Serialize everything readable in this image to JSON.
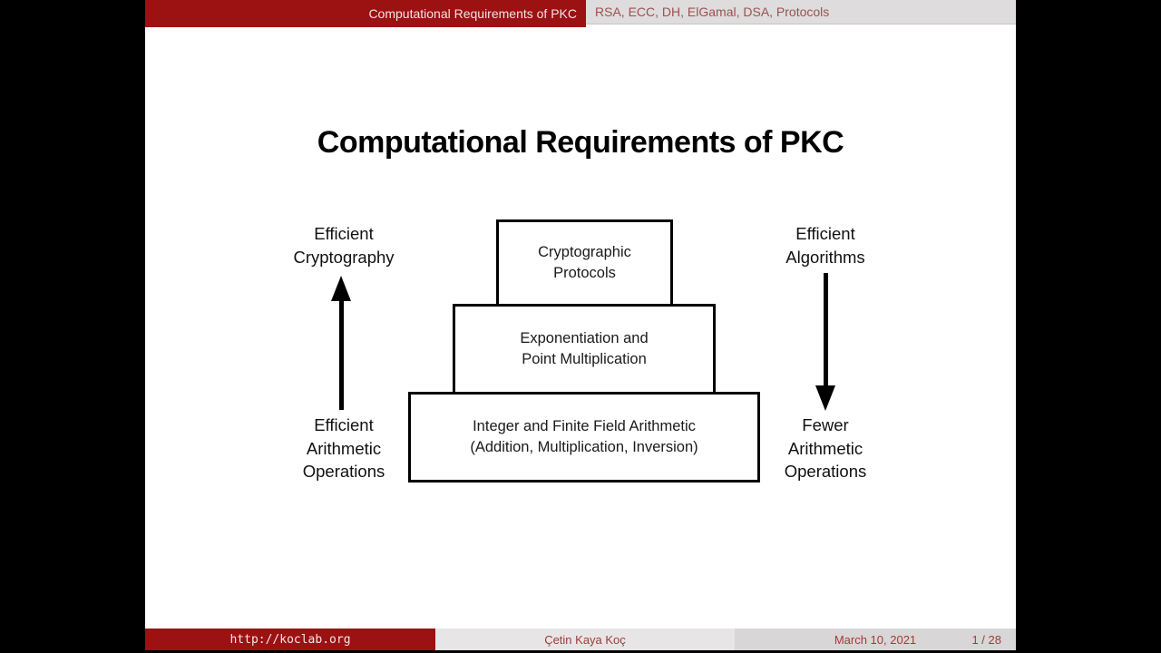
{
  "colors": {
    "slide_red": "#9c1111",
    "header_gray": "#dedcdc",
    "footer_middle_gray": "#e7e5e5",
    "footer_right_gray": "#d8d6d6",
    "header_section_text_red": "#9c5151",
    "footer_text_red": "#a23a3a",
    "diagram_black": "#000000"
  },
  "header": {
    "title": "Computational Requirements of PKC",
    "section": "RSA, ECC, DH, ElGamal, DSA, Protocols"
  },
  "slide": {
    "title": "Computational Requirements of PKC",
    "pyramid": {
      "top": {
        "line1": "Cryptographic",
        "line2": "Protocols"
      },
      "middle": {
        "line1": "Exponentiation and",
        "line2": "Point Multiplication"
      },
      "bottom": {
        "line1": "Integer and Finite Field Arithmetic",
        "line2": "(Addition, Multiplication, Inversion)"
      }
    },
    "labels": {
      "left_top": {
        "line1": "Efficient",
        "line2": "Cryptography"
      },
      "left_bottom": {
        "line1": "Efficient",
        "line2": "Arithmetic",
        "line3": "Operations"
      },
      "right_top": {
        "line1": "Efficient",
        "line2": "Algorithms"
      },
      "right_bottom": {
        "line1": "Fewer",
        "line2": "Arithmetic",
        "line3": "Operations"
      }
    }
  },
  "footer": {
    "url": "http://koclab.org",
    "author": "Çetin Kaya Koç",
    "date": "March 10, 2021",
    "page": "1 / 28"
  }
}
